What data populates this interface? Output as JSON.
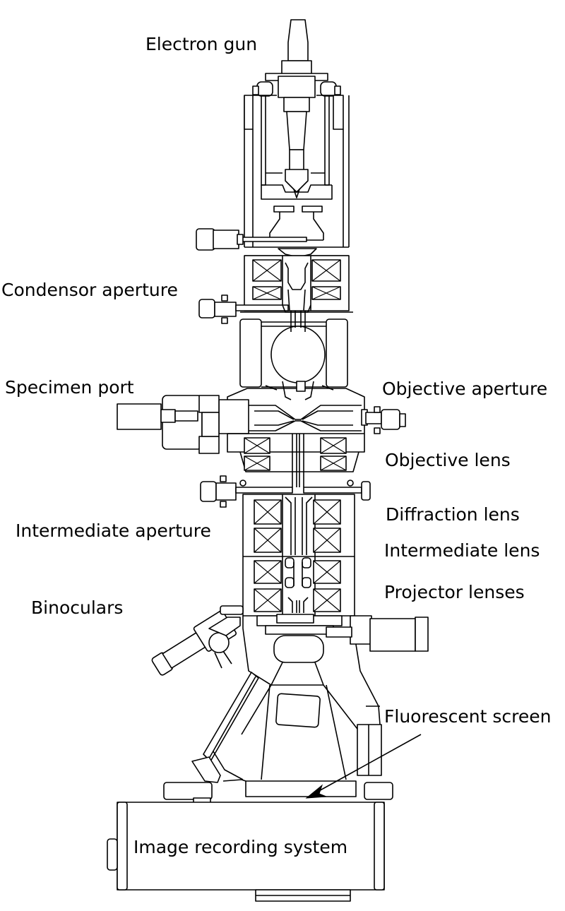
{
  "labels": {
    "electron_gun": "Electron gun",
    "condensor_aperture": "Condensor aperture",
    "specimen_port": "Specimen port",
    "objective_aperture": "Objective aperture",
    "objective_lens": "Objective lens",
    "diffraction_lens": "Diffraction lens",
    "intermediate_aperture": "Intermediate aperture",
    "intermediate_lens": "Intermediate lens",
    "projector_lenses": "Projector lenses",
    "binoculars": "Binoculars",
    "fluorescent_screen": "Fluorescent screen",
    "image_recording_system": "Image recording system"
  },
  "colors": {
    "line": "#000000",
    "background": "#ffffff"
  }
}
